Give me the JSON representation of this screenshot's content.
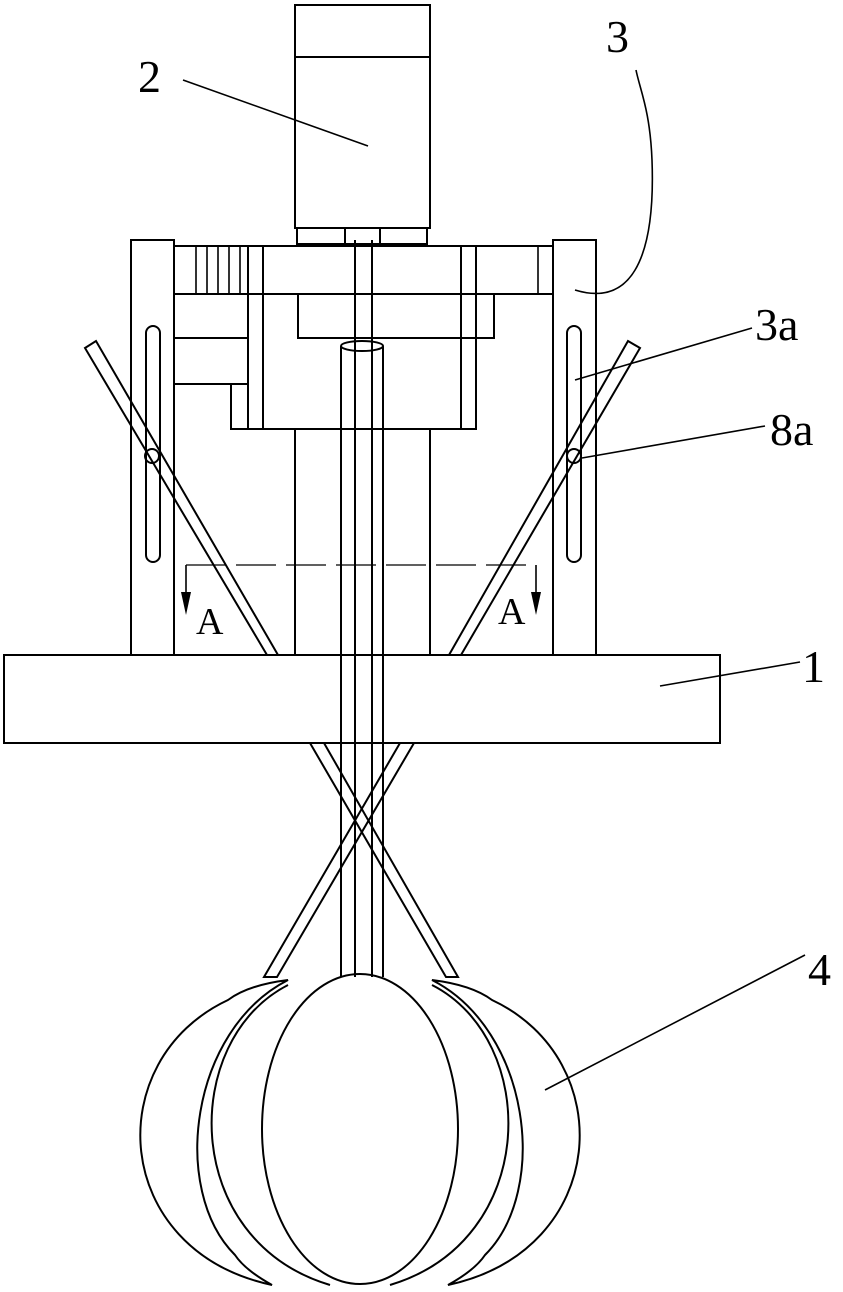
{
  "labels": {
    "base_plate": "1",
    "motor": "2",
    "bracket": "3",
    "slot": "3a",
    "pin": "8a",
    "grab_bucket": "4"
  },
  "section_mark": {
    "left": "A",
    "right": "A"
  }
}
